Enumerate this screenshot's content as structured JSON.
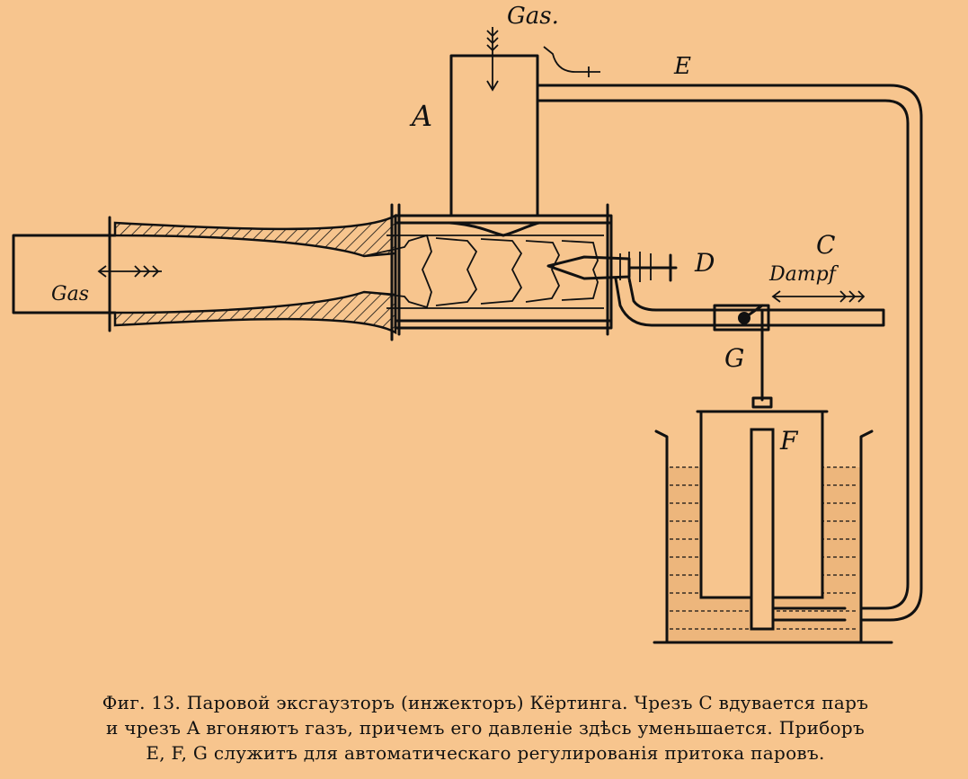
{
  "labels": {
    "gas_top": "Gas.",
    "gas_left": "Gas",
    "a": "A",
    "e": "E",
    "c": "C",
    "dampf": "Dampf",
    "d": "D",
    "g": "G",
    "f": "F"
  },
  "caption": {
    "line1": "Фиг. 13. Паровой эксгаузторъ (инжекторъ) Кёртинга. Чрезъ C вдувается паръ",
    "line2": "и чрезъ A вгоняютъ газъ, причемъ его давленіе здѣсь уменьшается. Приборъ",
    "line3": "E, F, G служитъ для автоматическаго регулированія притока паровъ."
  },
  "colors": {
    "background": "#F7C58E",
    "ink": "#111111",
    "water": "#EDB67C"
  }
}
